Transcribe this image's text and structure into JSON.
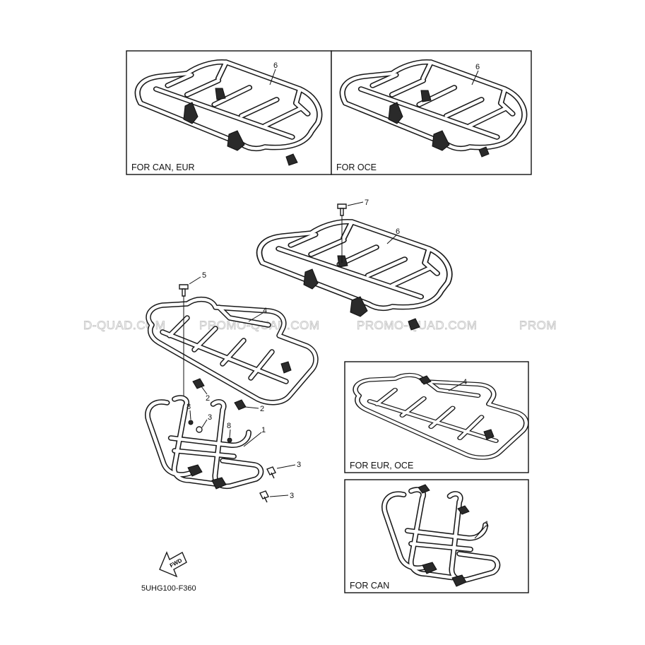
{
  "panels": {
    "top_left_caption": "FOR CAN, EUR",
    "top_right_caption": "FOR OCE",
    "mid_right_caption": "FOR EUR, OCE",
    "bottom_right_caption": "FOR CAN"
  },
  "callouts": {
    "tl_6": "6",
    "tr_6": "6",
    "main_6": "6",
    "main_7": "7",
    "main_5": "5",
    "main_4": "4",
    "main_2a": "2",
    "main_2b": "2",
    "main_8a": "8",
    "main_8b": "8",
    "main_3a": "3",
    "main_3b": "3",
    "main_3c": "3",
    "main_1": "1",
    "mr_4": "4",
    "br_1": "1"
  },
  "fwd_label": "FWD",
  "diagram_code": "5UHG100-F360",
  "watermark": {
    "segments": [
      "D-QUAD.COM",
      "PROMO-QUAD.COM",
      "PROMO-QUAD.COM",
      "PROM"
    ]
  }
}
